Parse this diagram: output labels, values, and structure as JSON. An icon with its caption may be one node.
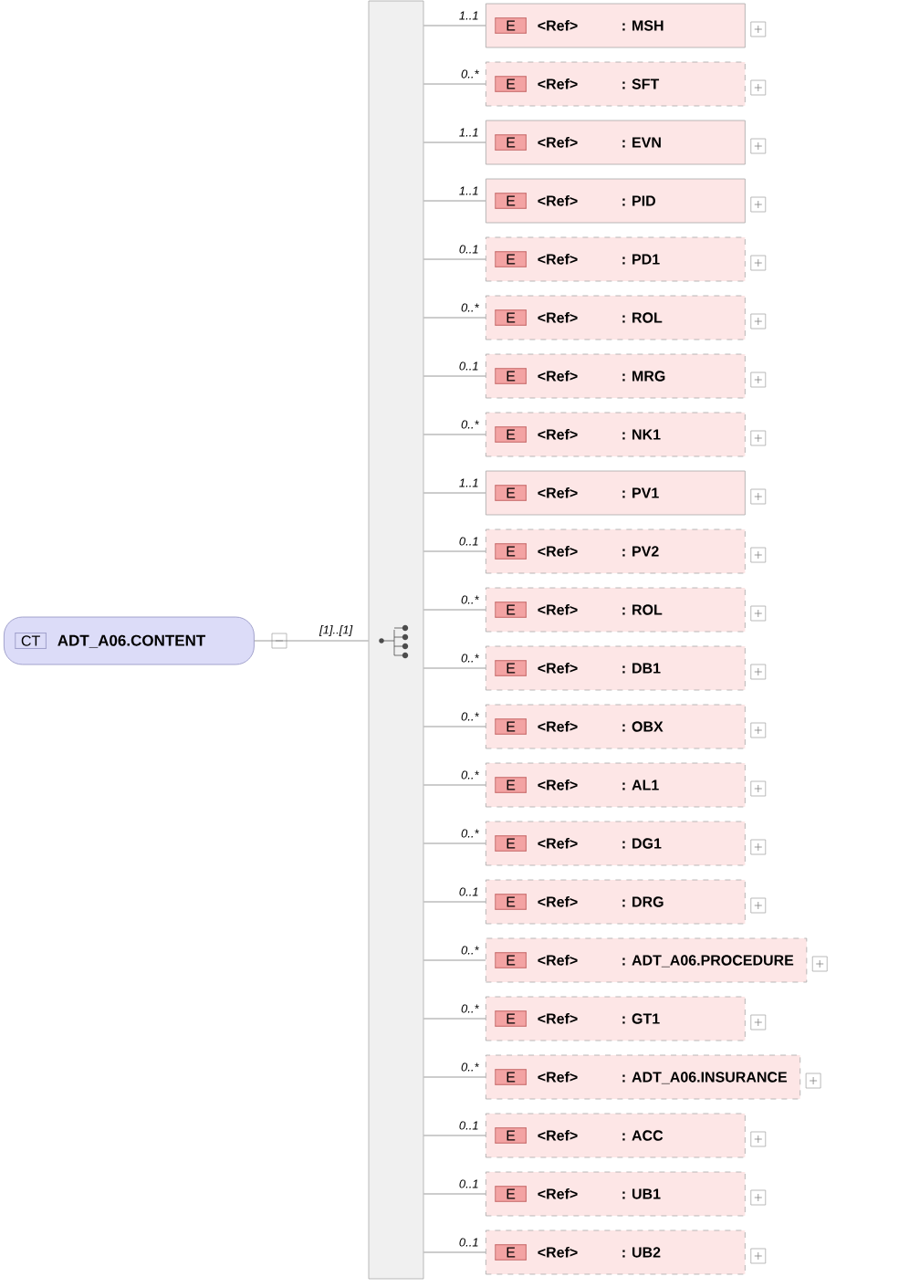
{
  "diagram": {
    "nodes": [
      {
        "text": [
          "CT",
          "ADT_A06.CONTENT"
        ]
      },
      {
        "text": [],
        "shape": "bar"
      },
      {
        "text": [
          "E",
          "<Ref>",
          ": MSH"
        ]
      },
      {
        "text": [
          "E",
          "<Ref>",
          ": SFT"
        ]
      },
      {
        "text": [
          "E",
          "<Ref>",
          ": EVN"
        ]
      },
      {
        "text": [
          "E",
          "<Ref>",
          ": PID"
        ]
      },
      {
        "text": [
          "E",
          "<Ref>",
          ": PD1"
        ]
      },
      {
        "text": [
          "E",
          "<Ref>",
          ": ROL"
        ]
      },
      {
        "text": [
          "E",
          "<Ref>",
          ": MRG"
        ]
      },
      {
        "text": [
          "E",
          "<Ref>",
          ": NK1"
        ]
      },
      {
        "text": [
          "E",
          "<Ref>",
          ": PV1"
        ]
      },
      {
        "text": [
          "E",
          "<Ref>",
          ": PV2"
        ]
      },
      {
        "text": [
          "E",
          "<Ref>",
          ": ROL"
        ]
      },
      {
        "text": [
          "E",
          "<Ref>",
          ": DB1"
        ]
      },
      {
        "text": [
          "E",
          "<Ref>",
          ": OBX"
        ]
      },
      {
        "text": [
          "E",
          "<Ref>",
          ": AL1"
        ]
      },
      {
        "text": [
          "E",
          "<Ref>",
          ": DG1"
        ]
      },
      {
        "text": [
          "E",
          "<Ref>",
          ": DRG"
        ]
      },
      {
        "text": [
          "E",
          "<Ref>",
          ": ADT_A06.PROCEDURE"
        ]
      },
      {
        "text": [
          "E",
          "<Ref>",
          ": GT1"
        ]
      },
      {
        "text": [
          "E",
          "<Ref>",
          ": ADT_A06.INSURANCE"
        ]
      },
      {
        "text": [
          "E",
          "<Ref>",
          ": ACC"
        ]
      },
      {
        "text": [
          "E",
          "<Ref>",
          ": UB1"
        ]
      },
      {
        "text": [
          "E",
          "<Ref>",
          ": UB2"
        ]
      }
    ],
    "edges": [
      {
        "from": 0,
        "to": 1,
        "arrow": "none",
        "label": "[1]..[1]"
      },
      {
        "from": 1,
        "to": 2,
        "arrow": "none",
        "label": "1..1"
      },
      {
        "from": 1,
        "to": 3,
        "arrow": "none",
        "label": "0..*"
      },
      {
        "from": 1,
        "to": 4,
        "arrow": "none",
        "label": "1..1"
      },
      {
        "from": 1,
        "to": 5,
        "arrow": "none",
        "label": "1..1"
      },
      {
        "from": 1,
        "to": 6,
        "arrow": "none",
        "label": "0..1"
      },
      {
        "from": 1,
        "to": 7,
        "arrow": "none",
        "label": "0..*"
      },
      {
        "from": 1,
        "to": 8,
        "arrow": "none",
        "label": "0..1"
      },
      {
        "from": 1,
        "to": 9,
        "arrow": "none",
        "label": "0..*"
      },
      {
        "from": 1,
        "to": 10,
        "arrow": "none",
        "label": "1..1"
      },
      {
        "from": 1,
        "to": 11,
        "arrow": "none",
        "label": "0..1"
      },
      {
        "from": 1,
        "to": 12,
        "arrow": "none",
        "label": "0..*"
      },
      {
        "from": 1,
        "to": 13,
        "arrow": "none",
        "label": "0..*"
      },
      {
        "from": 1,
        "to": 14,
        "arrow": "none",
        "label": "0..*"
      },
      {
        "from": 1,
        "to": 15,
        "arrow": "none",
        "label": "0..*"
      },
      {
        "from": 1,
        "to": 16,
        "arrow": "none",
        "label": "0..*"
      },
      {
        "from": 1,
        "to": 17,
        "arrow": "none",
        "label": "0..1"
      },
      {
        "from": 1,
        "to": 18,
        "arrow": "none",
        "label": "0..*"
      },
      {
        "from": 1,
        "to": 19,
        "arrow": "none",
        "label": "0..*"
      },
      {
        "from": 1,
        "to": 20,
        "arrow": "none",
        "label": "0..*"
      },
      {
        "from": 1,
        "to": 21,
        "arrow": "none",
        "label": "0..1"
      },
      {
        "from": 1,
        "to": 22,
        "arrow": "none",
        "label": "0..1"
      },
      {
        "from": 1,
        "to": 23,
        "arrow": "none",
        "label": "0..1"
      }
    ]
  }
}
